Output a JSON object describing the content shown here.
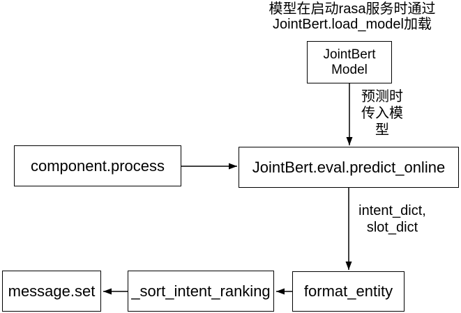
{
  "diagram": {
    "top_note": "模型在启动rasa服务时通过\nJointBert.load_model加载",
    "nodes": {
      "jointbert_model": "JointBert\nModel",
      "component_process": "component.process",
      "predict_online": "JointBert.eval.predict_online",
      "format_entity": "format_entity",
      "sort_intent_ranking": "_sort_intent_ranking",
      "message_set": "message.set"
    },
    "edge_labels": {
      "predict_input": "预测时\n传入模\n型",
      "predict_output": "intent_dict,\nslot_dict"
    },
    "edges": [
      {
        "from": "jointbert_model",
        "to": "predict_online",
        "label": "预测时传入模型"
      },
      {
        "from": "component_process",
        "to": "predict_online",
        "label": ""
      },
      {
        "from": "predict_online",
        "to": "format_entity",
        "label": "intent_dict, slot_dict"
      },
      {
        "from": "format_entity",
        "to": "sort_intent_ranking",
        "label": ""
      },
      {
        "from": "sort_intent_ranking",
        "to": "message_set",
        "label": ""
      }
    ],
    "colors": {
      "stroke": "#000000",
      "text": "#000000",
      "background": "#ffffff"
    }
  }
}
